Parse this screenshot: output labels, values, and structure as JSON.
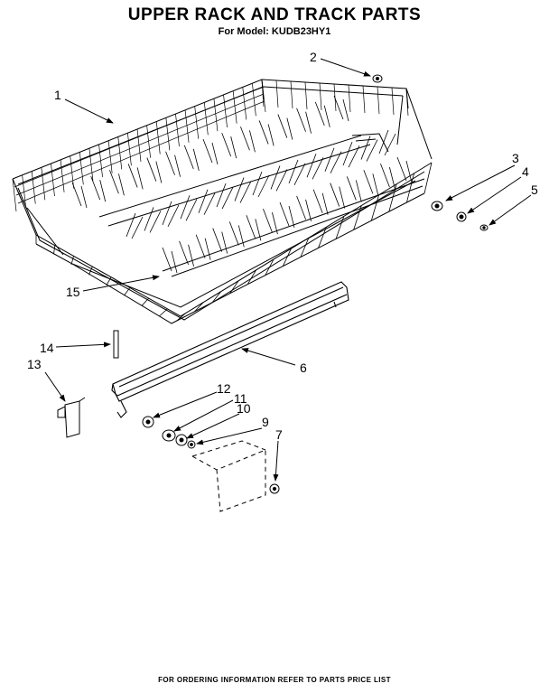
{
  "header": {
    "title": "UPPER RACK AND TRACK PARTS",
    "subtitle": "For Model: KUDB23HY1"
  },
  "footer": {
    "text": "FOR ORDERING INFORMATION REFER TO PARTS PRICE LIST"
  },
  "callouts": [
    "1",
    "2",
    "3",
    "4",
    "5",
    "6",
    "7",
    "9",
    "10",
    "11",
    "12",
    "13",
    "14",
    "15"
  ]
}
